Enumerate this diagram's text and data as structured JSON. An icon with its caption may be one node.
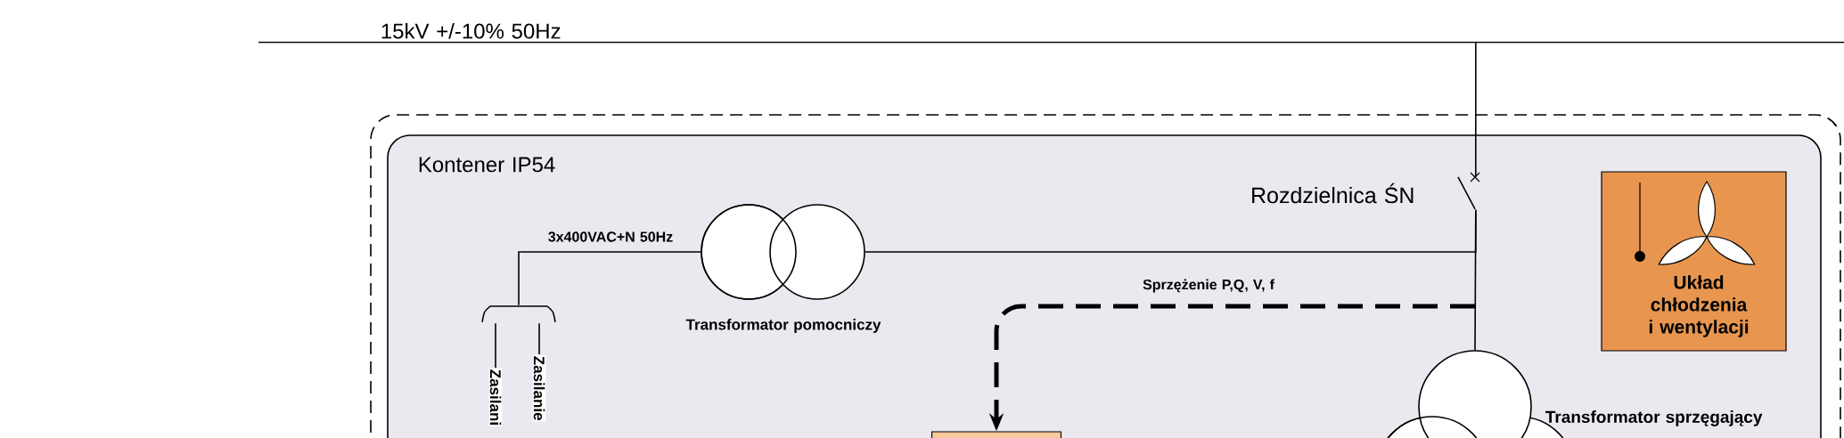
{
  "diagram": {
    "nodes": [
      {
        "text": [
          "15kV +/-10% 50Hz"
        ]
      },
      {
        "text": [],
        "shape": "box"
      },
      {
        "text": [
          "Kontener IP54"
        ],
        "in": 1
      },
      {
        "text": [
          "Rozdzielnica ŚN"
        ],
        "in": 2
      },
      {
        "text": [
          "Transformator pomocniczy"
        ],
        "in": 2
      },
      {
        "text": [
          "Układ chłodzenia i wentylacji"
        ],
        "in": 2
      },
      {
        "text": [],
        "shape": "picture",
        "in": 2
      },
      {
        "text": [
          "Transformator sprzęgający"
        ],
        "in": 2
      },
      {
        "text": [],
        "shape": "box",
        "in": 2
      },
      {
        "text": [
          "Zasilani"
        ],
        "in": 2
      },
      {
        "text": [
          "Zasilanie"
        ],
        "in": 2
      }
    ],
    "edges": [
      {
        "from": 0,
        "to": 3,
        "arrow": "none"
      },
      {
        "from": 3,
        "to": 4,
        "arrow": "none"
      },
      {
        "from": 3,
        "to": 7,
        "arrow": "none"
      },
      {
        "from": 4,
        "to": 6,
        "arrow": "none",
        "label": "3x400VAC+N 50Hz"
      },
      {
        "from": null,
        "to": 8,
        "arrow": "to",
        "label": "Sprzężenie P,Q, V, f",
        "style": "dashed"
      },
      {
        "from": 6,
        "to": 9,
        "arrow": "none"
      },
      {
        "from": 6,
        "to": 10,
        "arrow": "none"
      }
    ]
  }
}
